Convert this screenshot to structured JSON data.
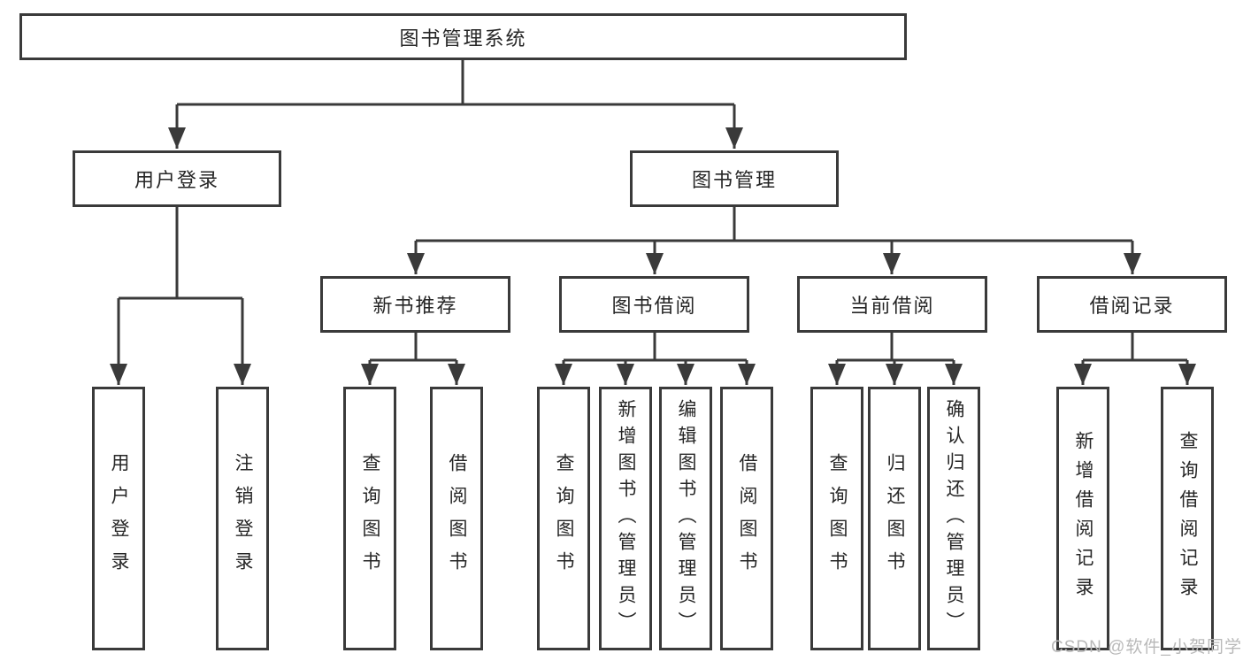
{
  "diagram_title": "图书管理系统",
  "nodes": {
    "root": "图书管理系统",
    "user_login": "用户登录",
    "book_management": "图书管理",
    "new_book_recommendation": "新书推荐",
    "book_borrowing": "图书借阅",
    "current_borrowing": "当前借阅",
    "borrowing_records": "借阅记录",
    "leaf_user_login": "用户登录",
    "leaf_logout": "注销登录",
    "nb_query_books": "查询图书",
    "nb_borrow_books": "借阅图书",
    "bb_query_books": "查询图书",
    "bb_add_books": "新增图书（管理员）",
    "bb_edit_books": "编辑图书（管理员）",
    "bb_borrow_books": "借阅图书",
    "cb_query_books": "查询图书",
    "cb_return_books": "归还图书",
    "cb_confirm_return": "确认归还（管理员）",
    "br_add_record": "新增借阅记录",
    "br_query_record": "查询借阅记录"
  },
  "watermark": {
    "text": "CSDN @软件_小贺同学",
    "color": "#b9b9b9"
  },
  "colors": {
    "line": "#3a3a3a",
    "text": "#262626",
    "background": "#ffffff"
  }
}
